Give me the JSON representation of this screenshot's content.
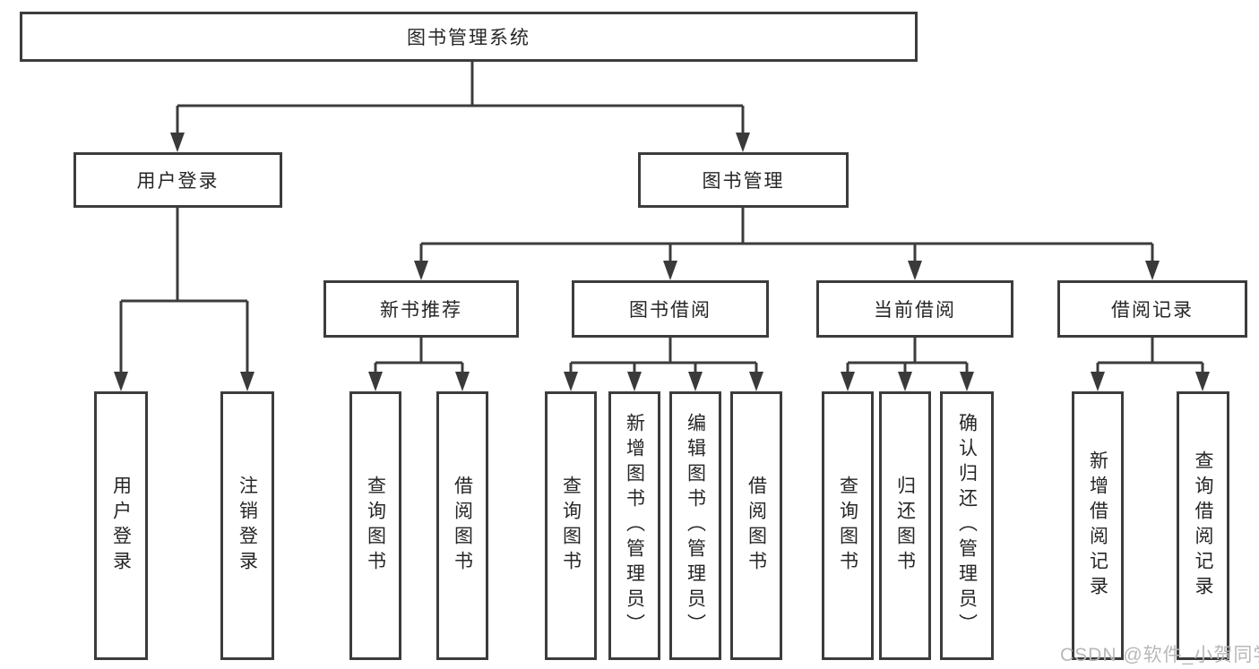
{
  "nodes": {
    "root": "图书管理系统",
    "level2": [
      "用户登录",
      "图书管理"
    ],
    "level3": [
      "新书推荐",
      "图书借阅",
      "当前借阅",
      "借阅记录"
    ],
    "leaves_user": [
      "用户登录",
      "注销登录"
    ],
    "leaves_recommend": [
      "查询图书",
      "借阅图书"
    ],
    "leaves_borrow": [
      "查询图书",
      "新增图书（管理员）",
      "编辑图书（管理员）",
      "借阅图书"
    ],
    "leaves_current": [
      "查询图书",
      "归还图书",
      "确认归还（管理员）"
    ],
    "leaves_records": [
      "新增借阅记录",
      "查询借阅记录"
    ]
  },
  "watermark": {
    "text": "CSDN @软件_小贺同学"
  },
  "colors": {
    "line": "#3c3c3c",
    "box_border": "#3c3c3c",
    "text": "#262626",
    "watermark": "#b8b8b8",
    "background": "#ffffff"
  }
}
